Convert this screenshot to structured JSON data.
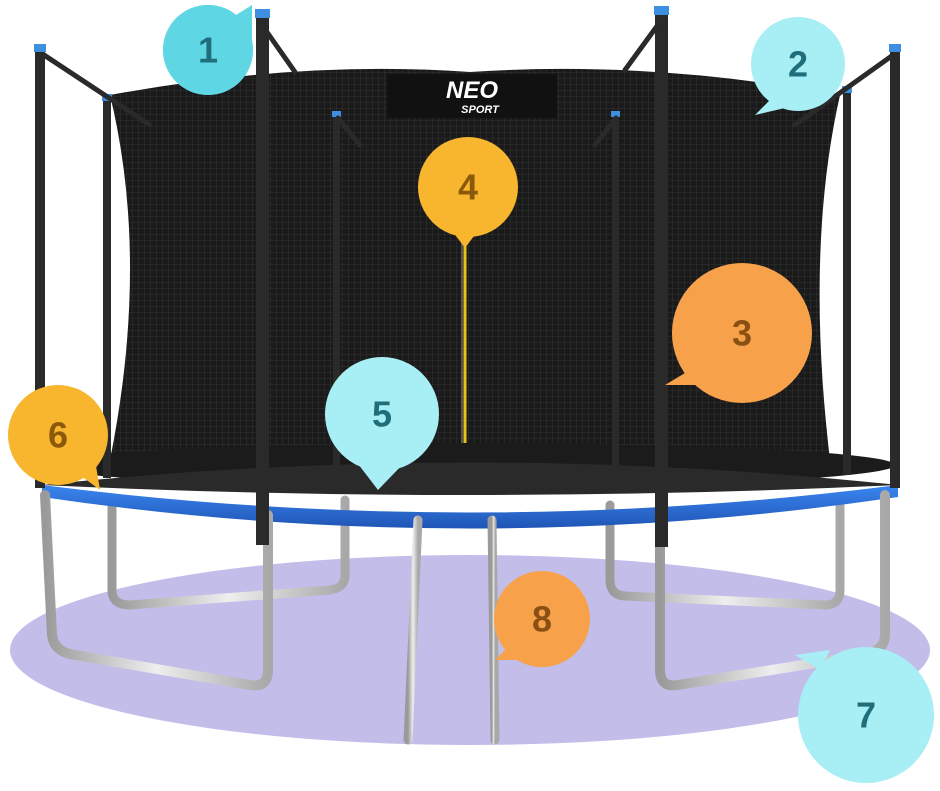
{
  "brand": {
    "logo_main": "NEO",
    "logo_sub": "SPORT"
  },
  "callouts": [
    {
      "label": "1",
      "color": "#5fd6e3",
      "text_color": "#1f6e7a"
    },
    {
      "label": "2",
      "color": "#a7eef5",
      "text_color": "#1f6e7a"
    },
    {
      "label": "3",
      "color": "#f7a24a",
      "text_color": "#8a4f12"
    },
    {
      "label": "4",
      "color": "#f8b52e",
      "text_color": "#8a5a0a"
    },
    {
      "label": "5",
      "color": "#a7eef5",
      "text_color": "#1f6e7a"
    },
    {
      "label": "6",
      "color": "#f8b52e",
      "text_color": "#8a5a0a"
    },
    {
      "label": "7",
      "color": "#a7eef5",
      "text_color": "#1f6e7a"
    },
    {
      "label": "8",
      "color": "#f7a24a",
      "text_color": "#8a4f12"
    }
  ],
  "colors": {
    "frame_pad": "#2f6fd6",
    "net": "#1c1c1c",
    "pole": "#2a2a2a",
    "pole_cap": "#3d8fe0",
    "legs": "#c9c9c9",
    "ground_shadow": "#b9b2e6",
    "zipper": "#e8c21b"
  },
  "icons": {
    "net_enclosure": "net-enclosure",
    "ladder": "ladder-icon"
  }
}
